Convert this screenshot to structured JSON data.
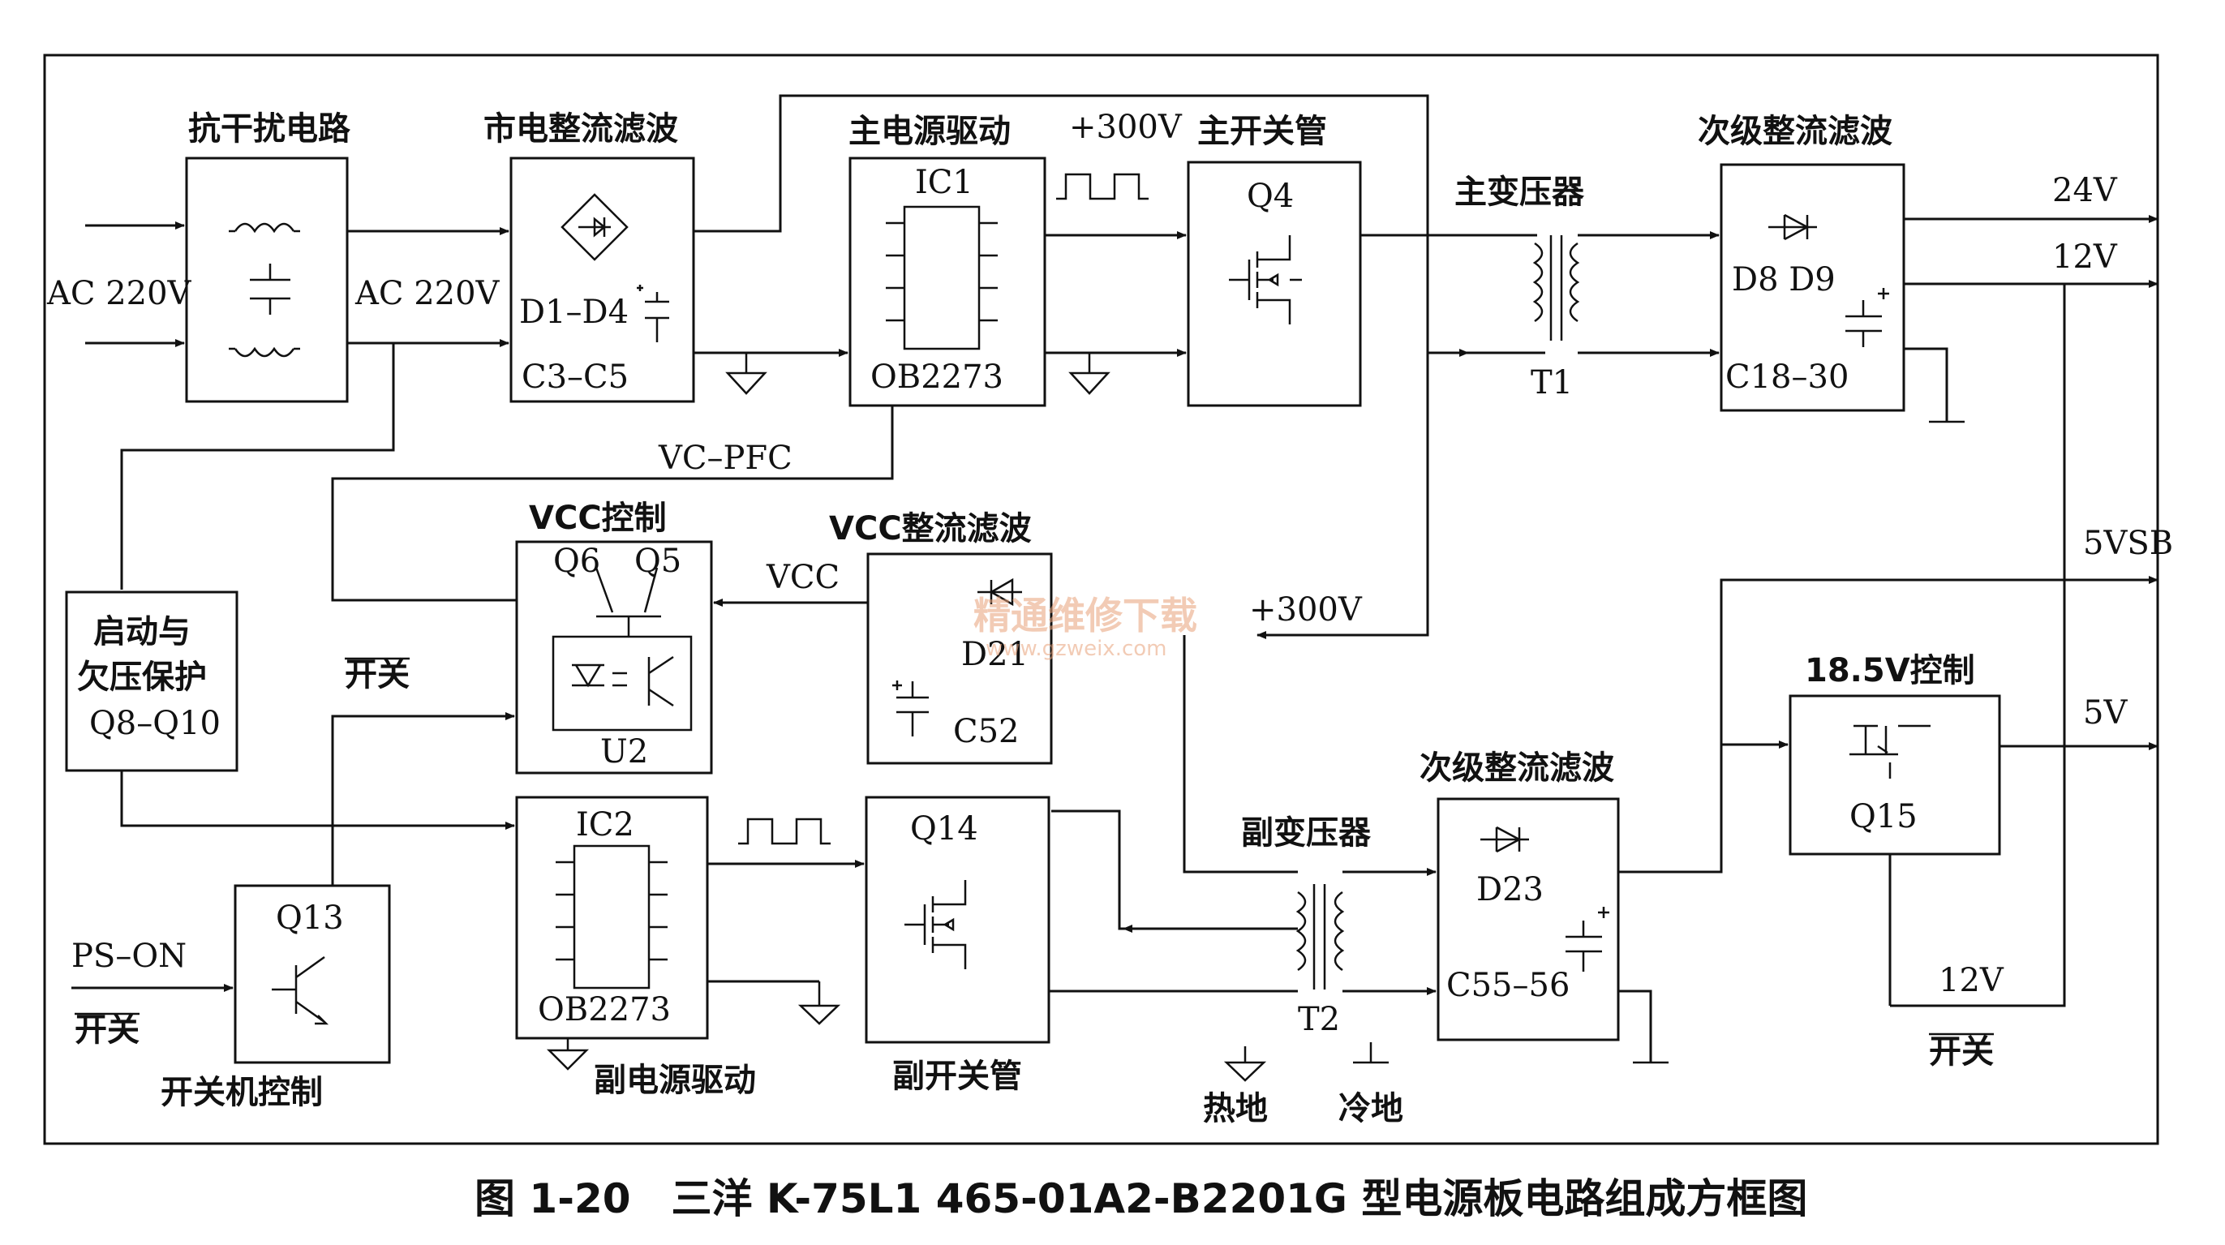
{
  "caption": "图 1-20　三洋 K-75L1 465-01A2-B2201G 型电源板电路组成方框图",
  "watermark": {
    "cn": "精通维修下载",
    "url": "www.gzweix.com"
  },
  "blocks": {
    "emi": {
      "title": "抗干扰电路"
    },
    "rectifier": {
      "title": "市电整流滤波",
      "parts": "D1–D4",
      "caps": "C3–C5"
    },
    "main_driver": {
      "title": "主电源驱动",
      "ic": "IC1",
      "model": "OB2273"
    },
    "main_switch": {
      "title": "主开关管",
      "part": "Q4"
    },
    "main_transformer": {
      "title": "主变压器",
      "part": "T1"
    },
    "secondary_rect_main": {
      "title": "次级整流滤波",
      "diodes": "D8 D9",
      "caps": "C18–30"
    },
    "vcc_control": {
      "title": "VCC控制",
      "q6": "Q6",
      "q5": "Q5",
      "opto": "U2"
    },
    "vcc_rect": {
      "title": "VCC整流滤波",
      "diode": "D21",
      "cap": "C52"
    },
    "startup": {
      "line1": "启动与",
      "line2": "欠压保护",
      "line3": "Q8–Q10"
    },
    "standby_driver": {
      "ic": "IC2",
      "model": "OB2273",
      "title": "副电源驱动"
    },
    "standby_switch": {
      "part": "Q14",
      "title": "副开关管"
    },
    "standby_transformer": {
      "title": "副变压器",
      "part": "T2"
    },
    "secondary_rect_sb": {
      "title": "次级整流滤波",
      "diode": "D23",
      "caps": "C55–56"
    },
    "ctrl_185": {
      "title": "18.5V控制",
      "part": "Q15"
    },
    "power_on_ctrl": {
      "part": "Q13",
      "title": "开关机控制"
    }
  },
  "labels": {
    "ac_in": "AC 220V",
    "ac_out": "AC 220V",
    "v300_top": "+300V",
    "v300_mid": "+300V",
    "vc_pfc": "VC–PFC",
    "vcc": "VCC",
    "out_24v": "24V",
    "out_12v": "12V",
    "out_5vsb": "5VSB",
    "out_5v": "5V",
    "in_12v": "12V",
    "ps_on": "PS–ON",
    "switch_left": "开关",
    "switch_mid": "开关",
    "switch_right": "开关",
    "hot_ground": "热地",
    "cold_ground": "冷地"
  }
}
